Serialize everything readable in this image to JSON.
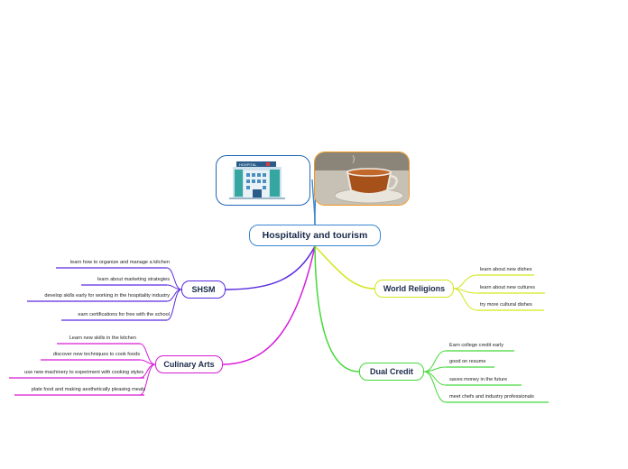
{
  "central": {
    "label": "Hospitality and tourism",
    "color": "#3a86d0"
  },
  "images": {
    "hospital": {
      "sign": "HOSPITAL",
      "border": "#1f66b8"
    },
    "tea": {
      "border": "#f0961e"
    }
  },
  "branches": {
    "shsm": {
      "label": "SHSM",
      "color": "#5b2be0",
      "items": [
        "learn how to organize and manage a kitchen",
        "learn about marketing strategies",
        "develop skills early for working in the hospitality industry",
        "earn certifications for free with the school"
      ]
    },
    "culinary": {
      "label": "Culinary Arts",
      "color": "#d81bd8",
      "items": [
        "Learn new skills in the kitchen",
        "discover new techniques to cook foods",
        "use new machinery to experiment with cooking styles",
        "plate food and making aesthetically pleasing meals"
      ]
    },
    "religions": {
      "label": "World Religions",
      "color": "#d2e61a",
      "items": [
        "learn about new dishes",
        "learn about new cultures",
        "try more cultural dishes"
      ]
    },
    "dual": {
      "label": "Dual Credit",
      "color": "#45d83a",
      "items": [
        "Earn college credit early",
        "good on resume",
        "saves money  in the future",
        "meet chefs and industry professionals"
      ]
    }
  }
}
